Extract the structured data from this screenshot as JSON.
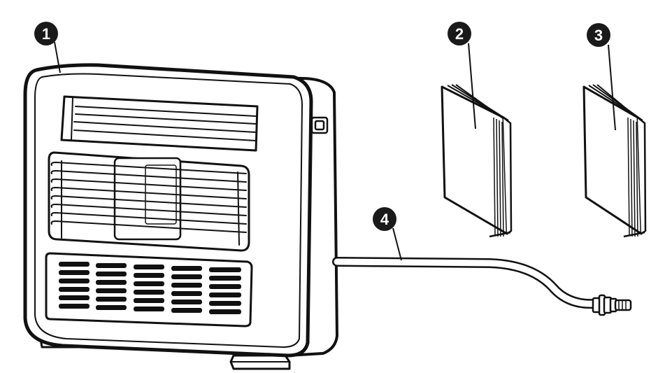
{
  "callouts": [
    {
      "label": "1",
      "item": "heater"
    },
    {
      "label": "2",
      "item": "booklet"
    },
    {
      "label": "3",
      "item": "booklet"
    },
    {
      "label": "4",
      "item": "hose"
    }
  ],
  "colors": {
    "ink": "#111111",
    "paper": "#ffffff",
    "badge": "#1a1a1a",
    "badge_text": "#ffffff"
  }
}
